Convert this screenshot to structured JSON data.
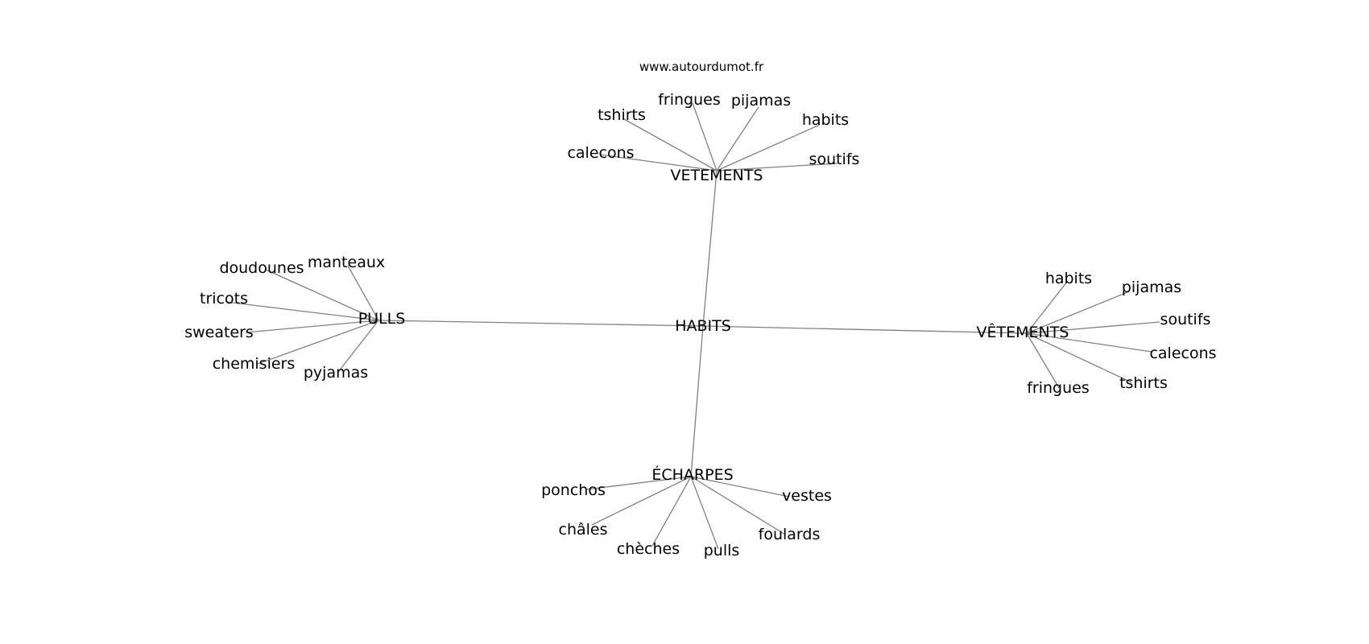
{
  "source_text": "www.autourdumot.fr",
  "center": {
    "label": "HABITS"
  },
  "hubs": [
    {
      "label": "VETEMENTS",
      "leaves": [
        "calecons",
        "tshirts",
        "fringues",
        "pijamas",
        "habits",
        "soutifs"
      ]
    },
    {
      "label": "PULLS",
      "leaves": [
        "doudounes",
        "manteaux",
        "tricots",
        "sweaters",
        "chemisiers",
        "pyjamas"
      ]
    },
    {
      "label": "VÊTEMENTS",
      "leaves": [
        "habits",
        "pijamas",
        "soutifs",
        "calecons",
        "tshirts",
        "fringues"
      ]
    },
    {
      "label": "ÉCHARPES",
      "leaves": [
        "ponchos",
        "châles",
        "chèches",
        "pulls",
        "foulards",
        "vestes"
      ]
    }
  ]
}
